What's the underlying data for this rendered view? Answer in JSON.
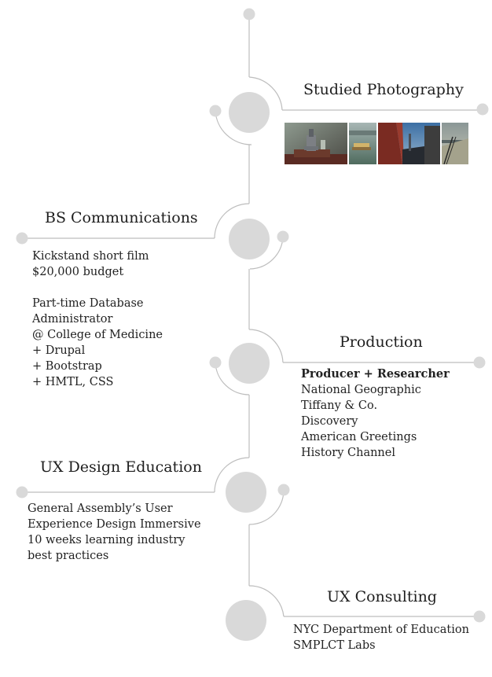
{
  "milestones": {
    "photography": {
      "title": "Studied Photography",
      "photos": [
        "photo-bolt",
        "photo-harbor",
        "photo-city",
        "photo-pier"
      ]
    },
    "communications": {
      "title": "BS Communications",
      "lines": [
        "Kickstand short film",
        "$20,000 budget",
        "",
        "Part-time Database",
        "Administrator",
        "@ College of Medicine",
        "+ Drupal",
        "+ Bootstrap",
        "+ HMTL, CSS"
      ]
    },
    "production": {
      "title": "Production",
      "lines": [
        "Producer + Researcher",
        "National Geographic",
        "Tiffany & Co.",
        "Discovery",
        "American Greetings",
        "History Channel"
      ]
    },
    "ux_education": {
      "title": "UX Design Education",
      "lines": [
        "General Assembly’s User",
        "Experience Design Immersive",
        "10 weeks learning industry",
        "best practices"
      ]
    },
    "ux_consulting": {
      "title": "UX Consulting",
      "lines": [
        "NYC Department of Education",
        "SMPLCT Labs"
      ]
    }
  },
  "colors": {
    "line": "#bdbdbd",
    "node": "#d9d9d9",
    "dot": "#d9d9d9",
    "text": "#222222"
  }
}
